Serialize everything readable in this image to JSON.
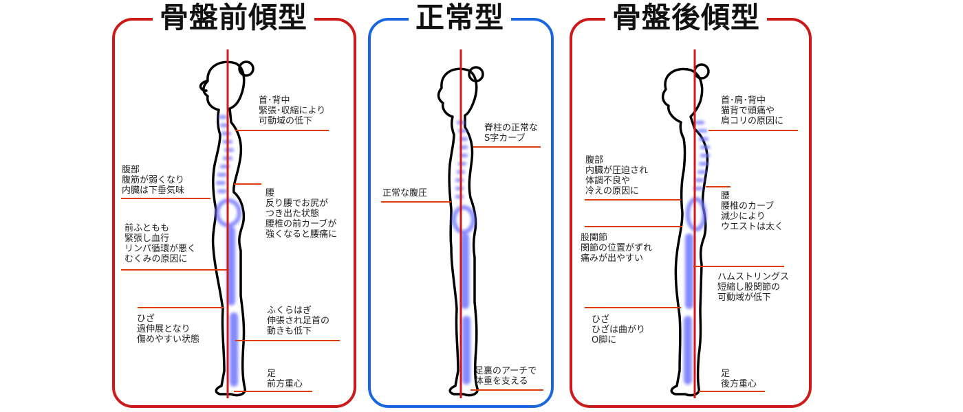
{
  "colors": {
    "anterior": "#cc1a1a",
    "normal": "#1a66e0",
    "posterior": "#cc1a1a",
    "vertical_line": "#d21919",
    "pointer_line": "#e03a0a",
    "spine": "#6f74ff"
  },
  "panels": [
    {
      "key": "anterior",
      "title": "骨盤前傾型",
      "notes": [
        "首･背中\n緊張･収縮により\n可動域の低下",
        "腹部\n腹筋が弱くなり\n内臓は下垂気味",
        "腰\n反り腰でお尻が\nつき出た状態\n腰椎の前カーブが\n強くなると腰痛に",
        "前ふともも\n緊張し血行\nリンパ循環が悪く\nむくみの原因に",
        "ふくらはぎ\n伸張され足首の\n動きも低下",
        "ひざ\n過伸展となり\n傷めやすい状態",
        "足\n前方重心"
      ]
    },
    {
      "key": "normal",
      "title": "正常型",
      "notes": [
        "脊柱の正常な\nS字カーブ",
        "正常な腹圧",
        "足裏のアーチで\n体重を支える"
      ]
    },
    {
      "key": "posterior",
      "title": "骨盤後傾型",
      "notes": [
        "首･肩･背中\n猫背で頭痛や\n肩コリの原因に",
        "腹部\n内臓が圧迫され\n体調不良や\n冷えの原因に",
        "腰\n腰椎のカーブ\n減少により\nウエストは太く",
        "股関節\n関節の位置がずれ\n痛みが出やすい",
        "ハムストリングス\n短縮し股関節の\n可動域が低下",
        "ひざ\nひざは曲がり\nO脚に",
        "足\n後方重心"
      ]
    }
  ]
}
